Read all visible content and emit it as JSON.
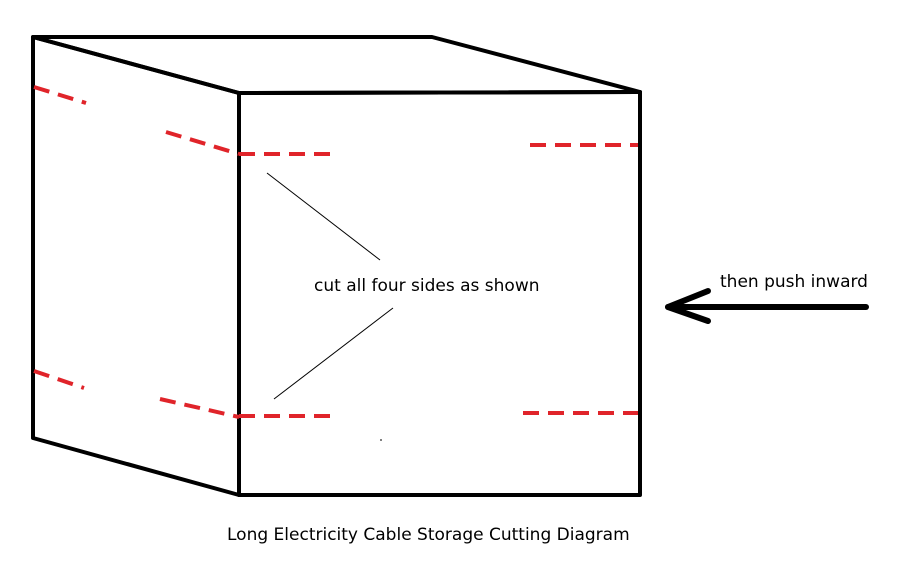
{
  "annotations": {
    "cut_instruction": "cut all four sides as shown",
    "push_instruction": "then push inward"
  },
  "caption": "Long Electricity Cable Storage  Cutting Diagram",
  "colors": {
    "outline": "#000000",
    "cut_line": "#e0242a",
    "background": "#ffffff"
  },
  "icons": {
    "arrow": "left-arrow-icon"
  }
}
